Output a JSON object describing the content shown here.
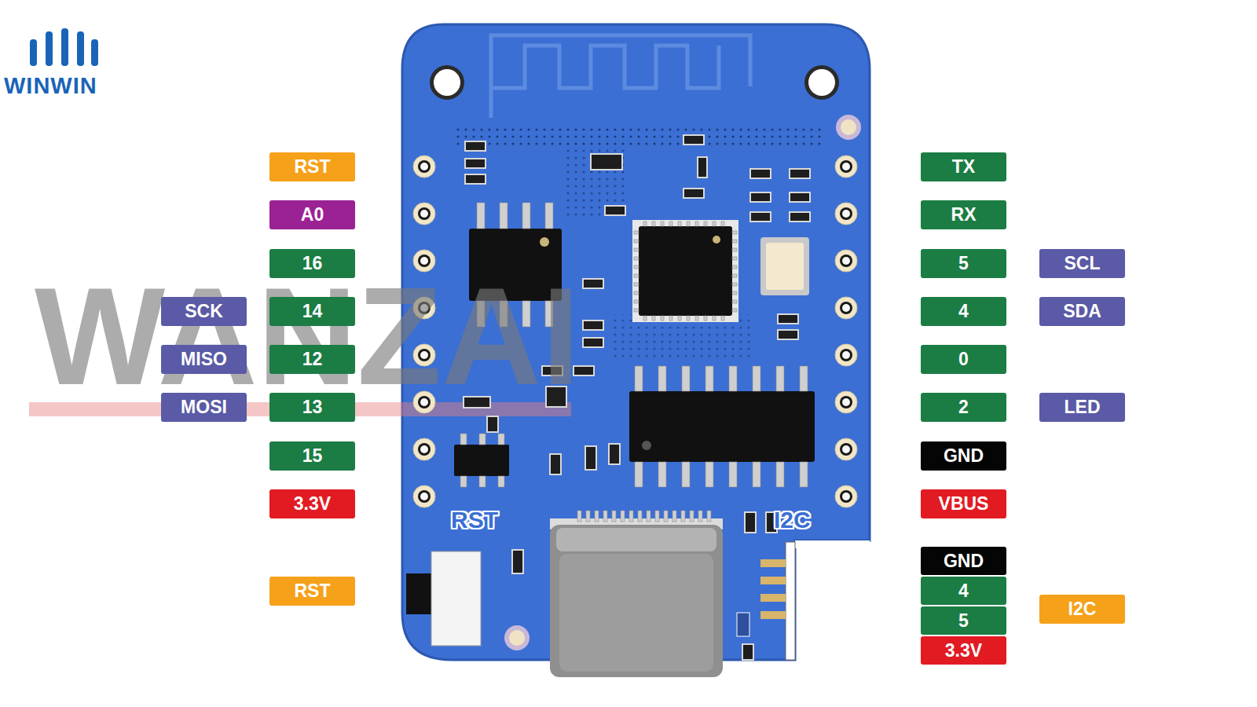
{
  "diagram": {
    "nodes": [
      {
        "text": [
          "RST"
        ]
      },
      {
        "text": [
          "A0"
        ]
      },
      {
        "text": [
          "16"
        ]
      },
      {
        "text": [
          "SCK"
        ]
      },
      {
        "text": [
          "14"
        ]
      },
      {
        "text": [
          "MISO"
        ]
      },
      {
        "text": [
          "12"
        ]
      },
      {
        "text": [
          "MOSI"
        ]
      },
      {
        "text": [
          "13"
        ]
      },
      {
        "text": [
          "15"
        ]
      },
      {
        "text": [
          "3.3V"
        ]
      },
      {
        "text": [
          "RST"
        ]
      },
      {
        "text": [
          "TX"
        ]
      },
      {
        "text": [
          "RX"
        ]
      },
      {
        "text": [
          "5"
        ]
      },
      {
        "text": [
          "SCL"
        ]
      },
      {
        "text": [
          "4"
        ]
      },
      {
        "text": [
          "SDA"
        ]
      },
      {
        "text": [
          "0"
        ]
      },
      {
        "text": [
          "2"
        ]
      },
      {
        "text": [
          "LED"
        ]
      },
      {
        "text": [
          "GND"
        ]
      },
      {
        "text": [
          "VBUS"
        ]
      },
      {
        "text": [
          "GND"
        ]
      },
      {
        "text": [
          "4"
        ]
      },
      {
        "text": [
          "5"
        ]
      },
      {
        "text": [
          "3.3V"
        ]
      },
      {
        "text": [
          "I2C"
        ]
      }
    ],
    "labels": [
      "WINWIN",
      "WANZAI",
      "RST",
      "I2C"
    ]
  }
}
